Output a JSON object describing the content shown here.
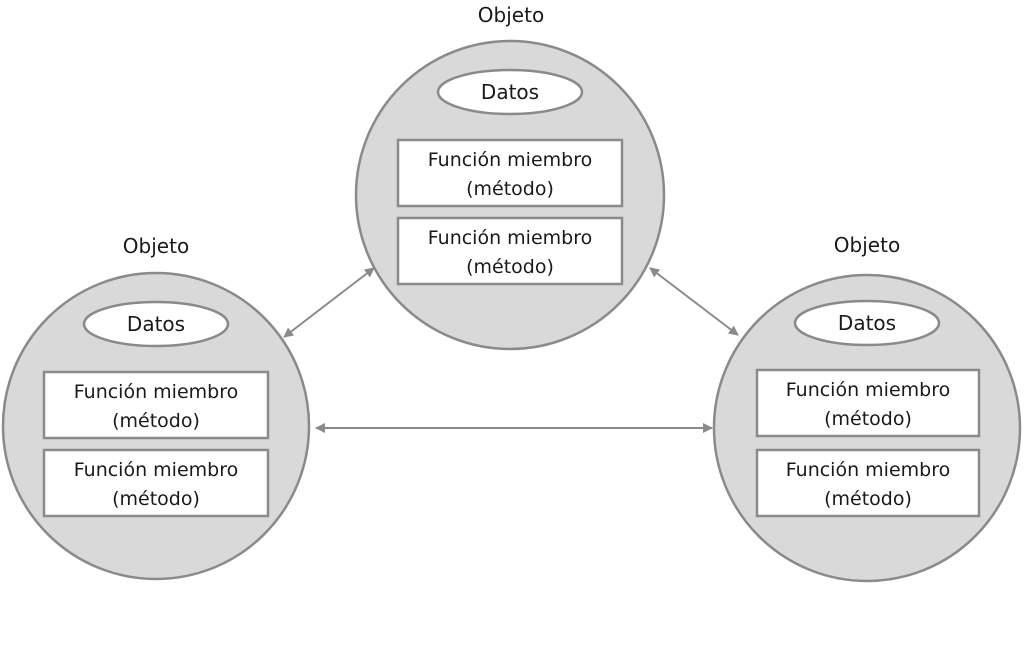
{
  "objects": [
    {
      "title": "Objeto",
      "data_label": "Datos",
      "methods": [
        {
          "line1": "Función miembro",
          "line2": "(método)"
        },
        {
          "line1": "Función miembro",
          "line2": "(método)"
        }
      ]
    },
    {
      "title": "Objeto",
      "data_label": "Datos",
      "methods": [
        {
          "line1": "Función miembro",
          "line2": "(método)"
        },
        {
          "line1": "Función miembro",
          "line2": "(método)"
        }
      ]
    },
    {
      "title": "Objeto",
      "data_label": "Datos",
      "methods": [
        {
          "line1": "Función miembro",
          "line2": "(método)"
        },
        {
          "line1": "Función miembro",
          "line2": "(método)"
        }
      ]
    }
  ],
  "connections": [
    {
      "from": 0,
      "to": 1,
      "direction": "bidirectional"
    },
    {
      "from": 0,
      "to": 2,
      "direction": "bidirectional"
    },
    {
      "from": 1,
      "to": 2,
      "direction": "bidirectional"
    }
  ],
  "colors": {
    "circle_fill": "#d9d9d9",
    "stroke": "#8a8a8a",
    "text": "#1a1a1a"
  }
}
